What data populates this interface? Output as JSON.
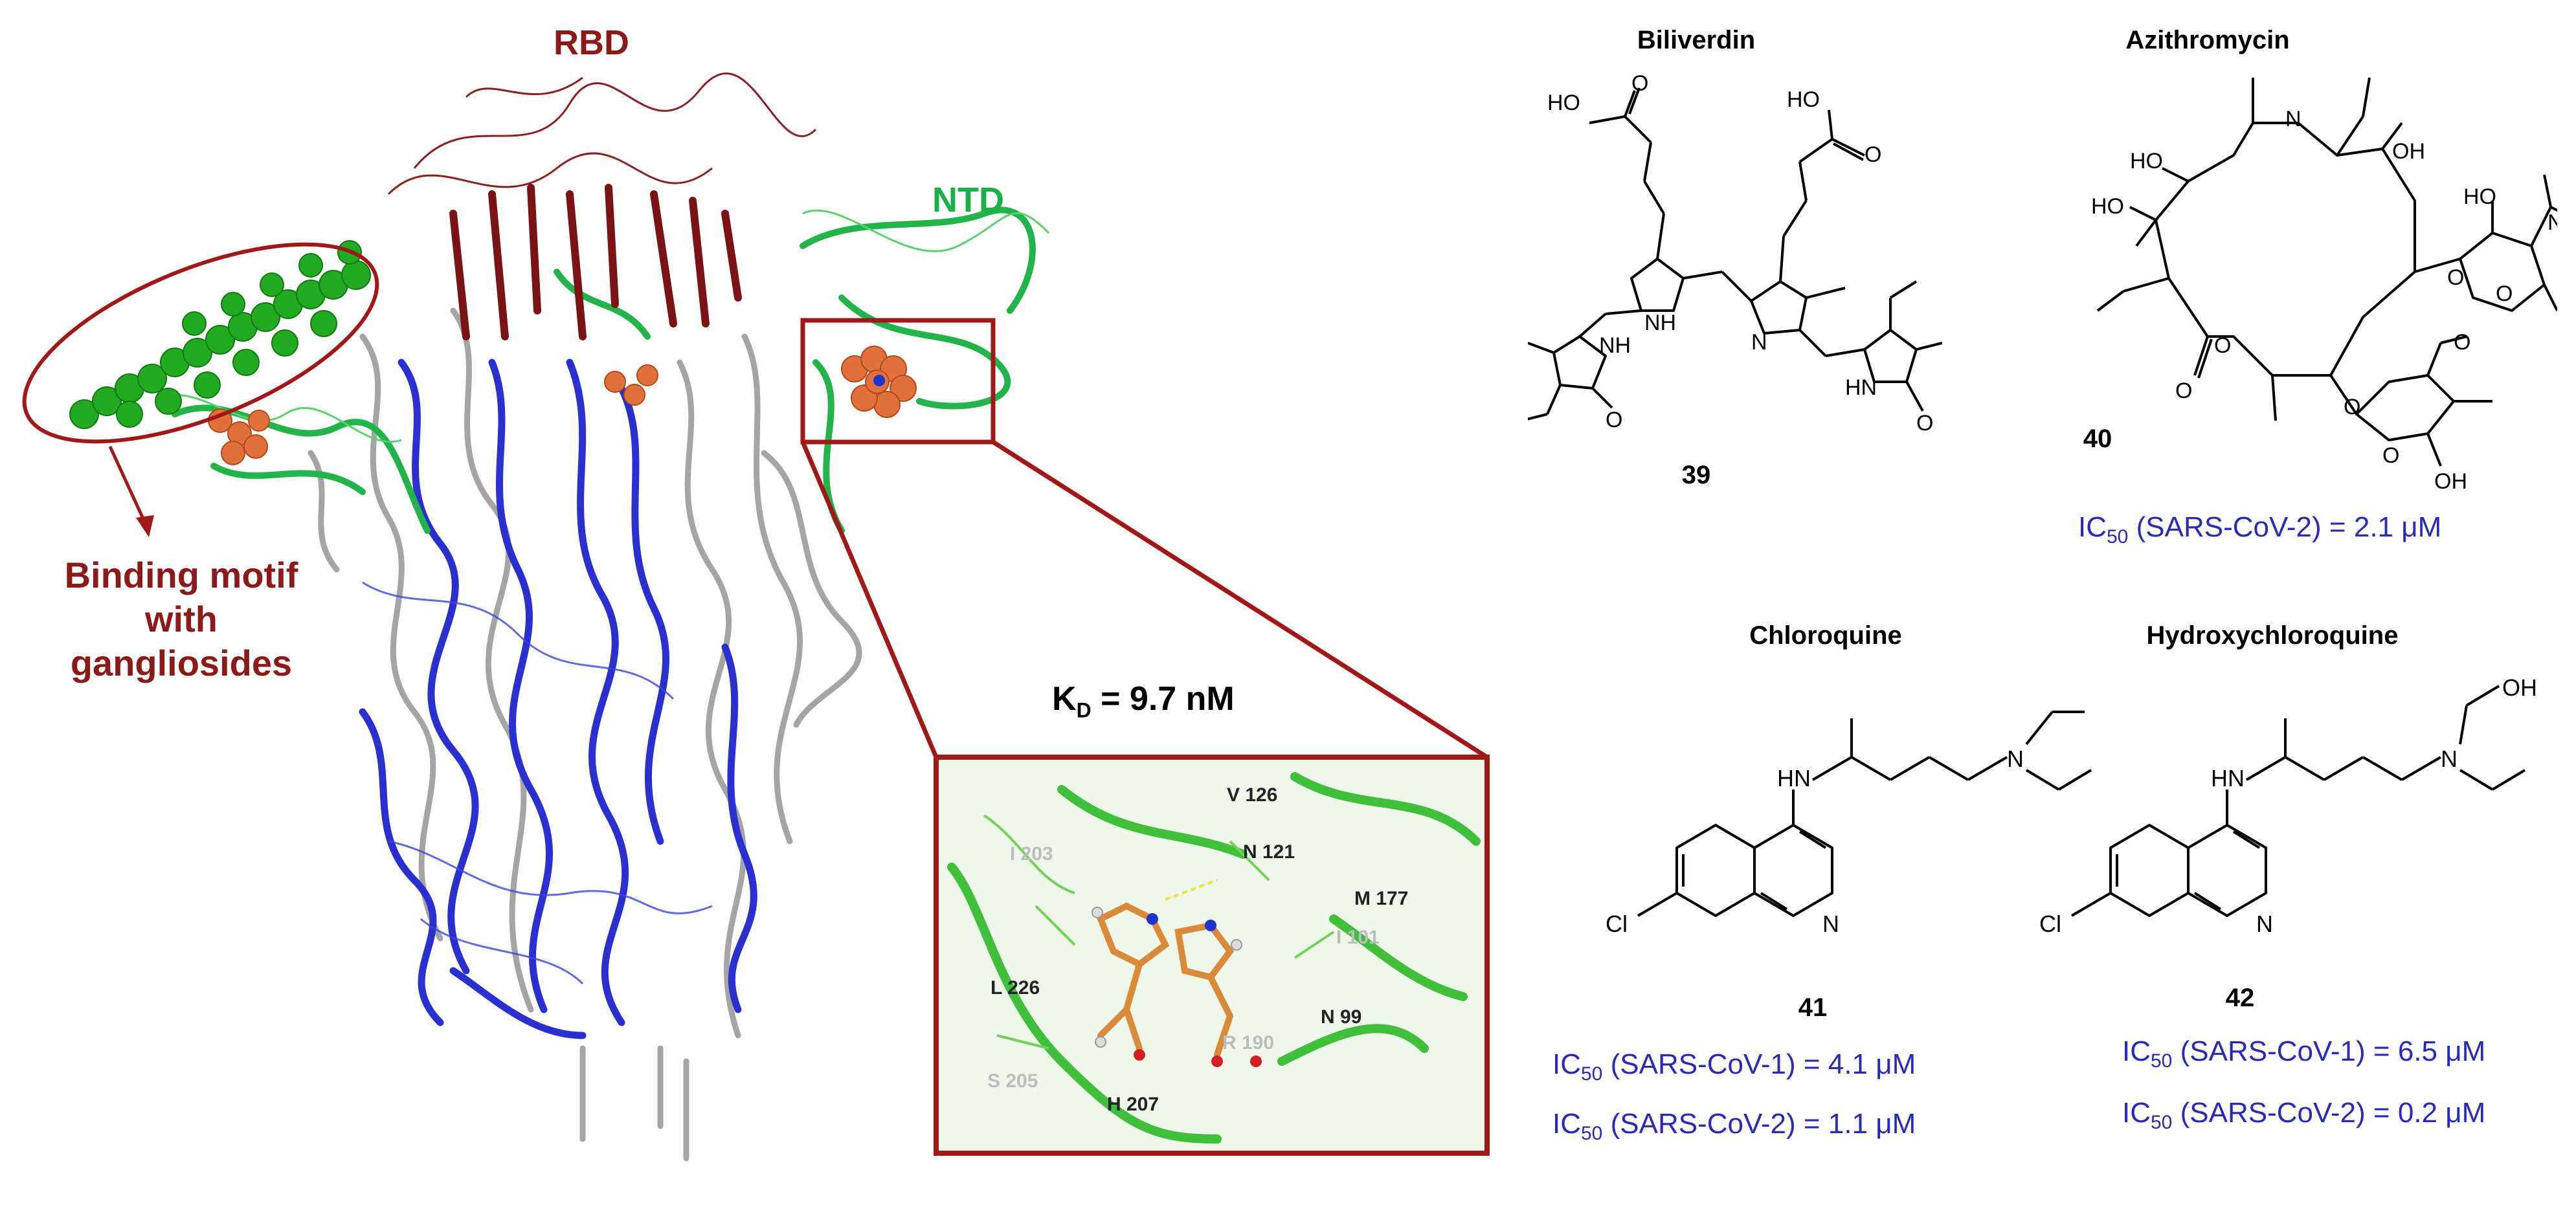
{
  "protein_labels": {
    "rbd": "RBD",
    "ntd": "NTD",
    "binding_motif_lines": [
      "Binding motif",
      "with",
      "gangliosides"
    ]
  },
  "inset": {
    "kd_symbol": "K",
    "kd_subscript": "D",
    "kd_value": " = 9.7 nM",
    "residues": {
      "v126": "V 126",
      "n121": "N 121",
      "i203": "I 203",
      "m177": "M 177",
      "i101": "I 101",
      "l226": "L 226",
      "n99": "N 99",
      "r190": "R 190",
      "s205": "S 205",
      "h207": "H 207"
    }
  },
  "compounds": {
    "c39": {
      "name": "Biliverdin",
      "number": "39"
    },
    "c40": {
      "name": "Azithromycin",
      "number": "40",
      "ic50": [
        {
          "virus": "(SARS-CoV-2)",
          "value": "= 2.1 μM"
        }
      ]
    },
    "c41": {
      "name": "Chloroquine",
      "number": "41",
      "ic50": [
        {
          "virus": "(SARS-CoV-1)",
          "value": "= 4.1 μM"
        },
        {
          "virus": "(SARS-CoV-2)",
          "value": "= 1.1 μM"
        }
      ]
    },
    "c42": {
      "name": "Hydroxychloroquine",
      "number": "42",
      "ic50": [
        {
          "virus": "(SARS-CoV-1)",
          "value": "= 6.5 μM"
        },
        {
          "virus": "(SARS-CoV-2)",
          "value": "= 0.2 μM"
        }
      ]
    }
  },
  "ic50_label": {
    "main": "IC",
    "sub": "50"
  },
  "atom_labels": {
    "oh": "OH",
    "ho": "HO",
    "o": "O",
    "n": "N",
    "nh": "NH",
    "hn": "HN",
    "cl": "Cl"
  },
  "colors": {
    "frame_red": "#a01818",
    "rbd_red": "#8b1a1a",
    "ntd_green": "#1bb04a",
    "ribbon_blue": "#2a2fd0",
    "ribbon_gray": "#a5a5a5",
    "sphere_green": "#22aa22",
    "ligand_orange": "#e2703a",
    "ic50_blue": "#2a2ab8"
  }
}
